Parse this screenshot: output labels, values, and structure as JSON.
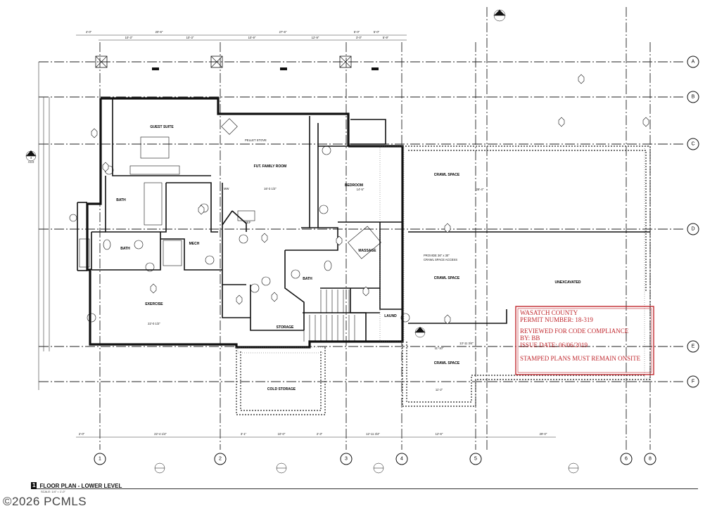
{
  "plan": {
    "title_number": "1",
    "title": "FLOOR PLAN - LOWER LEVEL",
    "scale": "SCALE: 1/4\" = 1'-0\""
  },
  "copyright": "©2026 PCMLS",
  "grid_rows": [
    "A",
    "B",
    "C",
    "D",
    "E",
    "F"
  ],
  "grid_cols": [
    "1",
    "2",
    "3",
    "4",
    "5",
    "6",
    "8"
  ],
  "rooms": {
    "guest_suite": "GUEST SUITE",
    "fut_family_room": "FUT. FAMILY ROOM",
    "bedroom": "BEDROOM",
    "crawl_space_1": "CRAWL SPACE",
    "crawl_space_2": "CRAWL SPACE",
    "crawl_space_3": "CRAWL SPACE",
    "bath_1": "BATH",
    "bath_2": "BATH",
    "bath_3": "BATH",
    "mech": "MECH",
    "massage": "MASSAGE",
    "exercise": "EXERCISE",
    "storage": "STORAGE",
    "laund": "LAUND",
    "unexcavated": "UNEXCAVATED",
    "cold_storage": "COLD STORAGE",
    "pellet_stove": "PELLET STOVE",
    "ref": "REF",
    "mw": "MW"
  },
  "notes": {
    "crawl_access_1": "PROVIDE 36\" x 30\"",
    "crawl_access_2": "CRAWL SPACE ACCESS"
  },
  "section_tags": [
    "4",
    "A4.0"
  ],
  "dimensions": {
    "top": [
      "4'-0\"",
      "20'-6\"",
      "27'-6\"",
      "5'-0\"",
      "5'-0\""
    ],
    "top_sub": [
      "10'-3\"",
      "10'-3\"",
      "10'-9\"",
      "12'-9\"",
      "3'-0\"",
      "5'-9\""
    ],
    "bottom": [
      "2'-0\"",
      "22'-4 1/4\"",
      "3'-1\"",
      "10'-0\"",
      "2'-3\"",
      "12'-11 3/4\"",
      "12'-6\"",
      "29'-0\""
    ],
    "rooms": [
      "16'-3 1/2\"",
      "22'-0 1/2\"",
      "14'-5\"",
      "13'-11 3/4\"",
      "11'-10\"",
      "28'-4\"",
      "11'-2\""
    ]
  },
  "stamp": {
    "line1": "WASATCH COUNTY",
    "line2": "PERMIT NUMBER: 18-319",
    "line3": "REVIEWED FOR CODE COMPLIANCE",
    "line4": "BY: BB",
    "line5": "ISSUE DATE: 06/06/2019",
    "line6": "STAMPED PLANS MUST REMAIN ONSITE",
    "color": "#c0272d"
  }
}
